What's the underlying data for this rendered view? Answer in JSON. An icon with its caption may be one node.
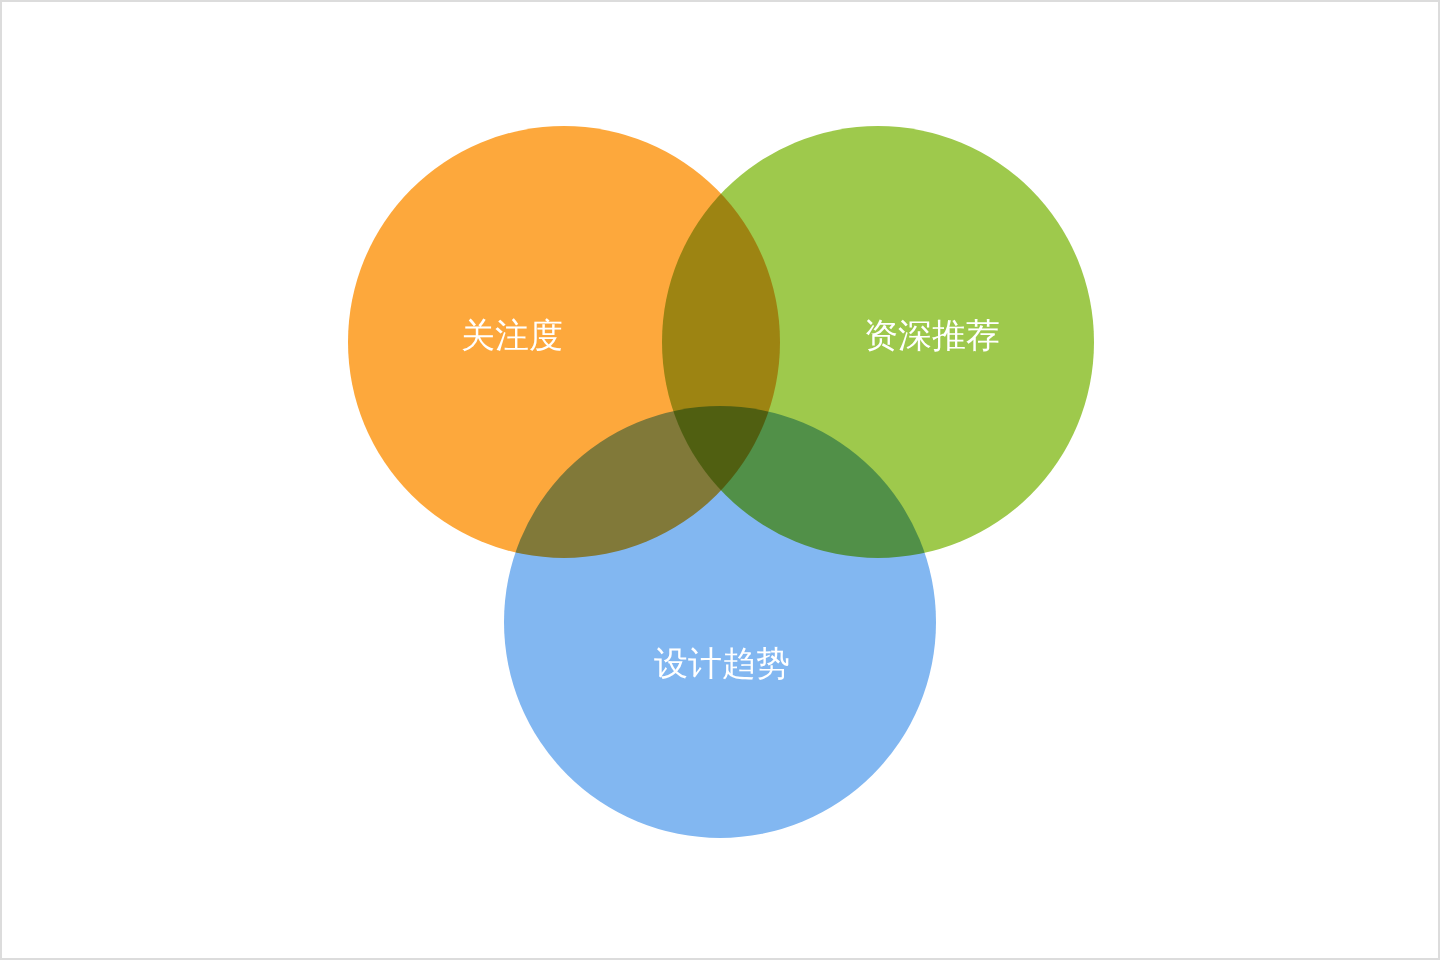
{
  "diagram": {
    "nodes": [
      {
        "text": [
          "关注度"
        ]
      },
      {
        "text": [
          "资深推荐"
        ]
      },
      {
        "text": [
          "设计趋势"
        ]
      }
    ]
  }
}
